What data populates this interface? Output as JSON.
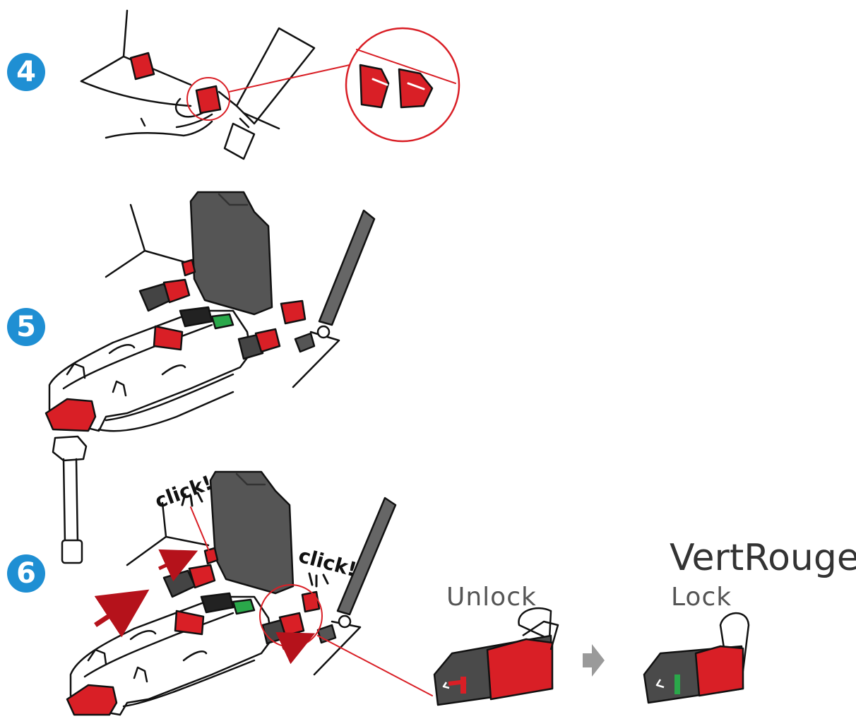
{
  "steps": [
    "4",
    "5",
    "6"
  ],
  "labels": {
    "click_1": "click!",
    "click_2": "click!",
    "unlock": "Unlock",
    "lock": "Lock",
    "vertrouge": "VertRouge"
  },
  "colors": {
    "step_badge": "#1f8fd3",
    "latch_red": "#d91f26",
    "seat_gray": "#555555",
    "unlock_indicator": "#d91f26",
    "lock_indicator": "#2aa84a"
  }
}
